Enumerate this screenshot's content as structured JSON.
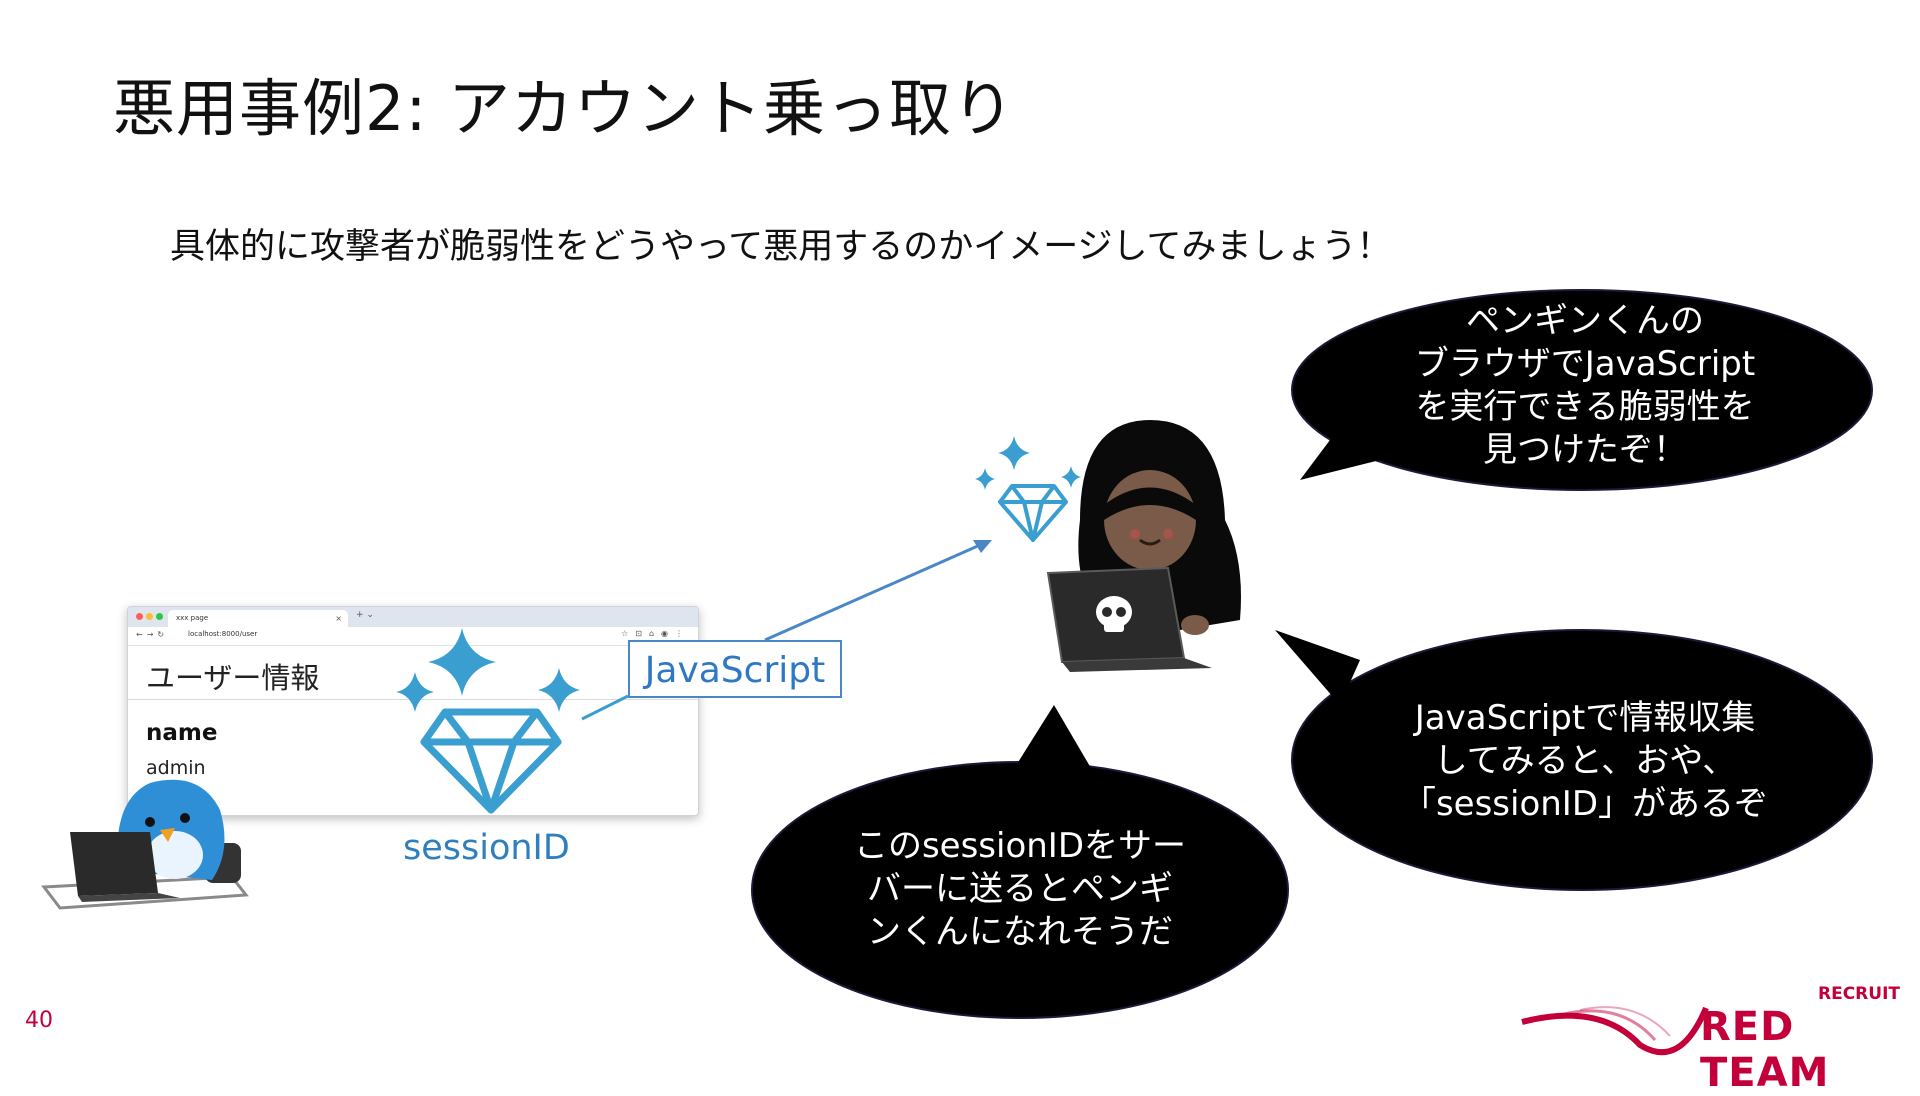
{
  "slide": {
    "title": "悪用事例2: アカウント乗っ取り",
    "subtitle": "具体的に攻撃者が脆弱性をどうやって悪用するのかイメージしてみましょう！",
    "page_number": "40"
  },
  "browser": {
    "tab_label": "xxx page",
    "url": "localhost:8000/user",
    "heading": "ユーザー情報",
    "field_label": "name",
    "field_value": "admin"
  },
  "labels": {
    "javascript": "JavaScript",
    "session_id": "sessionID"
  },
  "bubbles": {
    "top_right": [
      "ペンギンくんの",
      "ブラウザでJavaScript",
      "を実行できる脆弱性を",
      "見つけたぞ！"
    ],
    "middle_right": [
      "JavaScriptで情報収集",
      "してみると、おや、",
      "「sessionID」があるぞ"
    ],
    "bottom_center": [
      "このsessionIDをサー",
      "バーに送るとペンギ",
      "ンくんになれそうだ"
    ]
  },
  "logo": {
    "line1": "RECRUIT",
    "line2": "RED TEAM"
  },
  "icons": [
    "diamond-icon",
    "sparkle-icon",
    "hacker-illustration",
    "penguin-illustration",
    "skull-icon",
    "arrow-icon"
  ],
  "colors": {
    "accent_blue": "#3a9fd0",
    "brand_red": "#c4003a",
    "bubble": "#000000"
  }
}
